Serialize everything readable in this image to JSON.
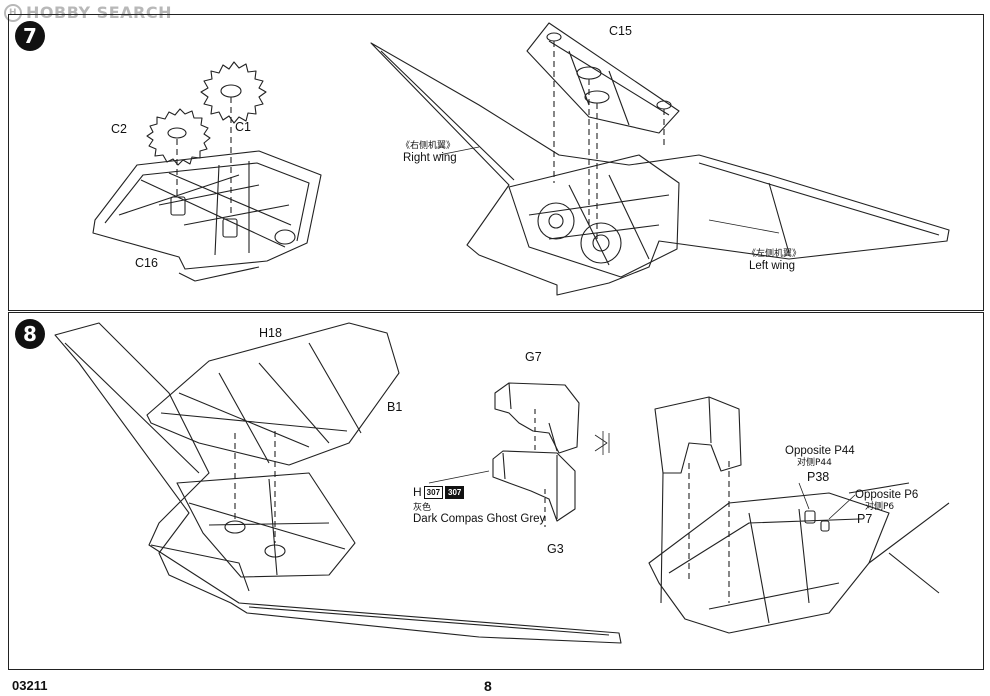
{
  "watermark": {
    "text": "HOBBY SEARCH",
    "logo_glyph": "H"
  },
  "step7": {
    "number": "7",
    "labels": {
      "c15": "C15",
      "c2": "C2",
      "c1": "C1",
      "c16": "C16"
    },
    "right_wing_cn": "《右侧机翼》",
    "right_wing": "Right wing",
    "left_wing_cn": "《左侧机翼》",
    "left_wing": "Left wing"
  },
  "step8": {
    "number": "8",
    "labels": {
      "h18": "H18",
      "b1": "B1",
      "g7": "G7",
      "g3": "G3",
      "p38": "P38",
      "p7": "P7"
    },
    "paint": {
      "prefix": "H",
      "code_a": "307",
      "code_b": "307",
      "cn": "灰色",
      "name": "Dark Compas Ghost Grey"
    },
    "opposite_p44": "Opposite P44",
    "opposite_p44_cn": "对侧P44",
    "opposite_p6": "Opposite P6",
    "opposite_p6_cn": "对侧P6"
  },
  "footer": {
    "code": "03211",
    "page": "8"
  },
  "colors": {
    "line": "#222222",
    "bg": "#ffffff",
    "watermark": "#b8b8b8"
  }
}
